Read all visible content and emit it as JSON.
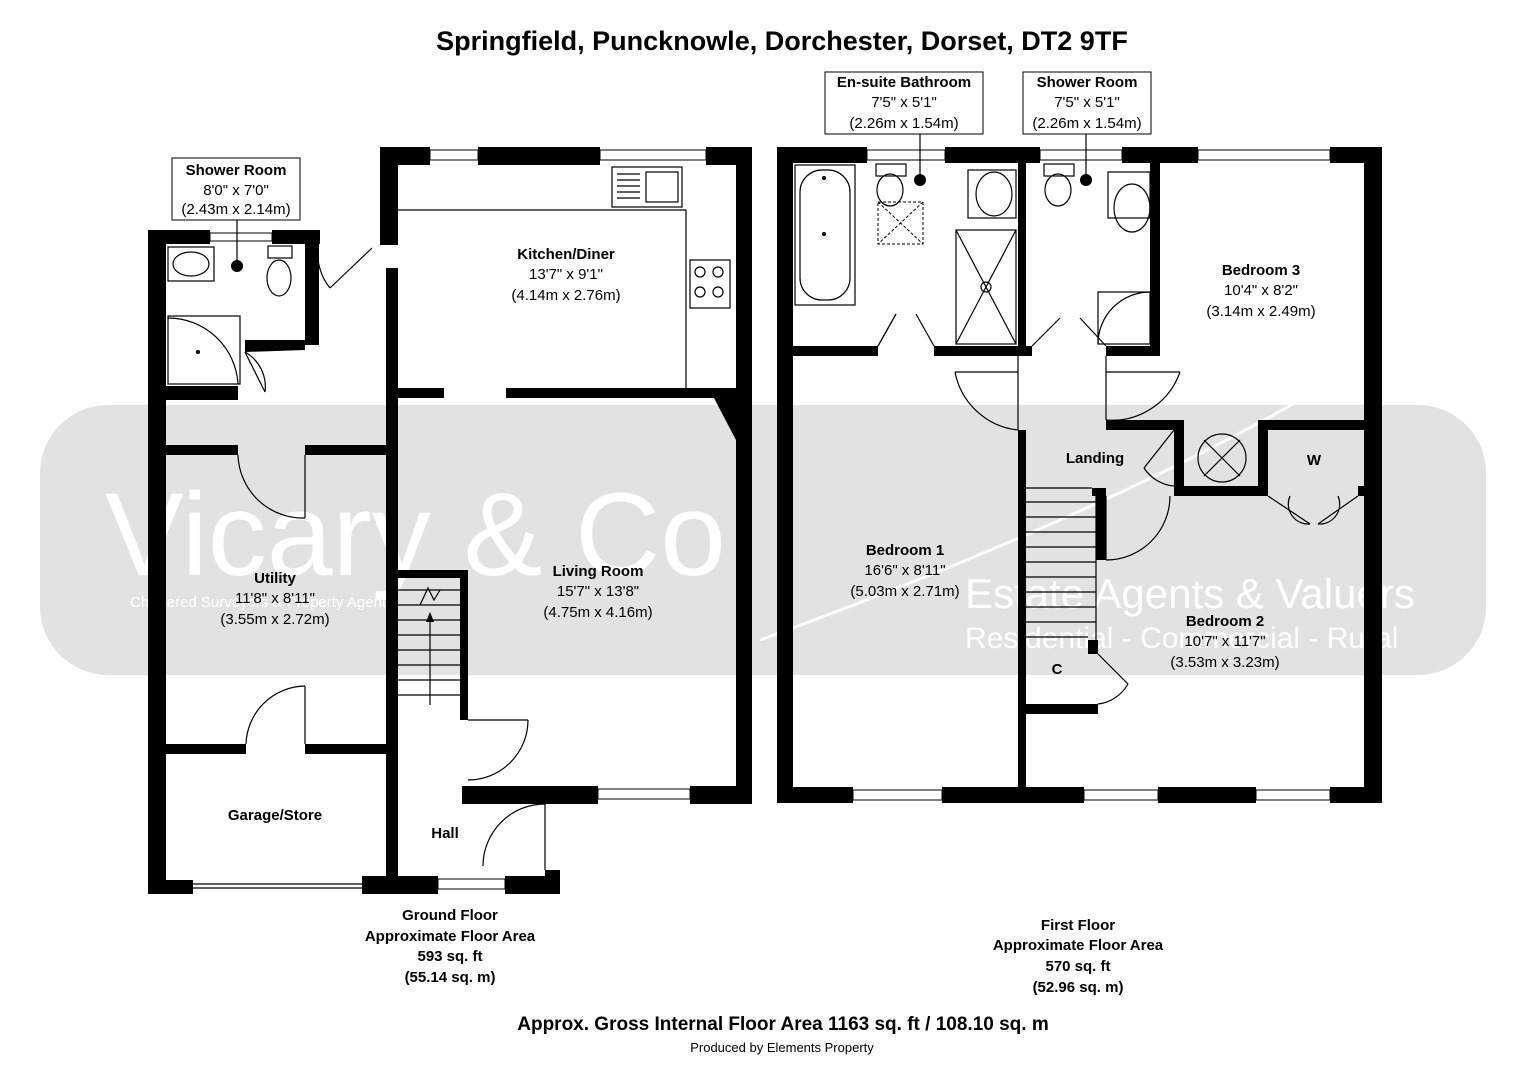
{
  "title": "Springfield, Puncknowle, Dorchester, Dorset, DT2 9TF",
  "watermark": {
    "brand": "Vicary & Co",
    "tag1": "Chartered Surveyors & Property Agents",
    "tag2": "Estate Agents & Valuers",
    "tag3": "Residential - Commercial - Rural"
  },
  "rooms": {
    "shower_gf": {
      "name": "Shower Room",
      "imperial": "8'0\" x 7'0\"",
      "metric": "(2.43m x 2.14m)"
    },
    "kitchen": {
      "name": "Kitchen/Diner",
      "imperial": "13'7\" x 9'1\"",
      "metric": "(4.14m x 2.76m)"
    },
    "utility": {
      "name": "Utility",
      "imperial": "11'8\" x 8'11\"",
      "metric": "(3.55m x 2.72m)"
    },
    "living": {
      "name": "Living Room",
      "imperial": "15'7\" x 13'8\"",
      "metric": "(4.75m x 4.16m)"
    },
    "garage": {
      "name": "Garage/Store"
    },
    "hall": {
      "name": "Hall"
    },
    "ensuite": {
      "name": "En-suite Bathroom",
      "imperial": "7'5\" x 5'1\"",
      "metric": "(2.26m x 1.54m)"
    },
    "shower_ff": {
      "name": "Shower Room",
      "imperial": "7'5\" x 5'1\"",
      "metric": "(2.26m x 1.54m)"
    },
    "bedroom3": {
      "name": "Bedroom 3",
      "imperial": "10'4\" x 8'2\"",
      "metric": "(3.14m x 2.49m)"
    },
    "landing": {
      "name": "Landing"
    },
    "wardrobe": {
      "name": "W"
    },
    "bedroom1": {
      "name": "Bedroom 1",
      "imperial": "16'6\" x 8'11\"",
      "metric": "(5.03m x 2.71m)"
    },
    "bedroom2": {
      "name": "Bedroom 2",
      "imperial": "10'7\" x 11'7\"",
      "metric": "(3.53m x 3.23m)"
    },
    "cupboard": {
      "name": "C"
    }
  },
  "ground_floor": {
    "l1": "Ground Floor",
    "l2": "Approximate Floor Area",
    "l3": "593 sq. ft",
    "l4": "(55.14 sq. m)"
  },
  "first_floor": {
    "l1": "First Floor",
    "l2": "Approximate Floor Area",
    "l3": "570 sq. ft",
    "l4": "(52.96 sq. m)"
  },
  "gross_area": "Approx. Gross Internal Floor Area 1163 sq. ft / 108.10 sq. m",
  "credit": "Produced by Elements Property"
}
